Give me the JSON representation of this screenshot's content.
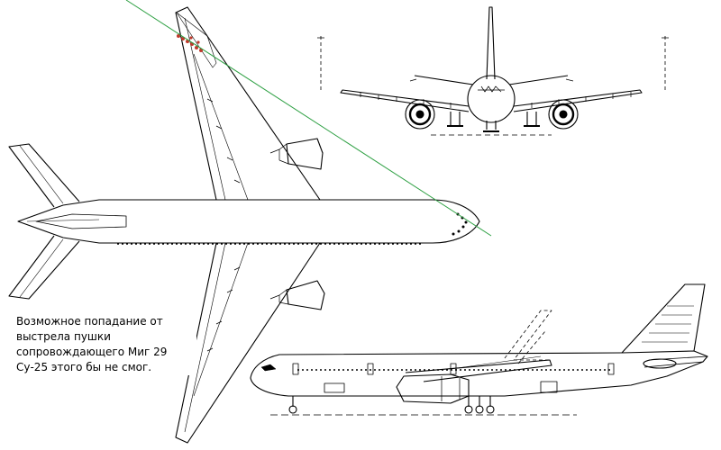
{
  "caption": {
    "lines": [
      "Возможное попадание от",
      "выстрела пушки",
      "сопровождающего Миг 29",
      "Су-25 этого бы не смог."
    ]
  },
  "colors": {
    "line": "#000000",
    "trajectory": "#2ea043",
    "hit_marks": "#c0392b"
  }
}
